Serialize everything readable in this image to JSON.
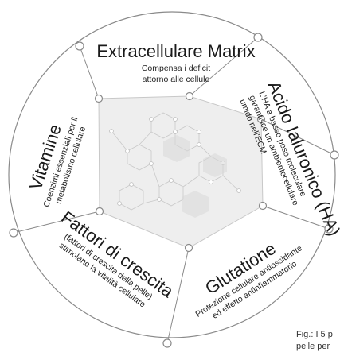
{
  "diagram": {
    "segments": [
      {
        "title": "Extracellulare Matrix",
        "description_lines": [
          "Compensa i deficit",
          "attorno alle cellule"
        ]
      },
      {
        "title": "Acido Ialuronico (HA)",
        "description_lines": [
          "L'HA a basso peso molecolare",
          "garantisce un ambientecellulare",
          "umido nell'ECM"
        ]
      },
      {
        "title": "Glutatione",
        "description_lines": [
          "Protezione cellulare antiossidante",
          "ed effetto antinfiammatorio"
        ]
      },
      {
        "title": "Fattori di crescita",
        "description_lines": [
          "(fattori di crescita della pelle)",
          "stimolano la vitalità cellulare"
        ]
      },
      {
        "title": "Vitamine",
        "description_lines": [
          "Coenzimi essenziali per il",
          "metabolismo cellulare"
        ]
      }
    ],
    "caption_lines": [
      "Fig.: I 5 p",
      "pelle per"
    ]
  },
  "colors": {
    "ring_stroke": "#8a8a8a",
    "node_fill": "#ffffff",
    "pentagon_fill": "#ededed",
    "pentagon_stroke": "#c8c8c8",
    "text": "#1a1a1a"
  }
}
